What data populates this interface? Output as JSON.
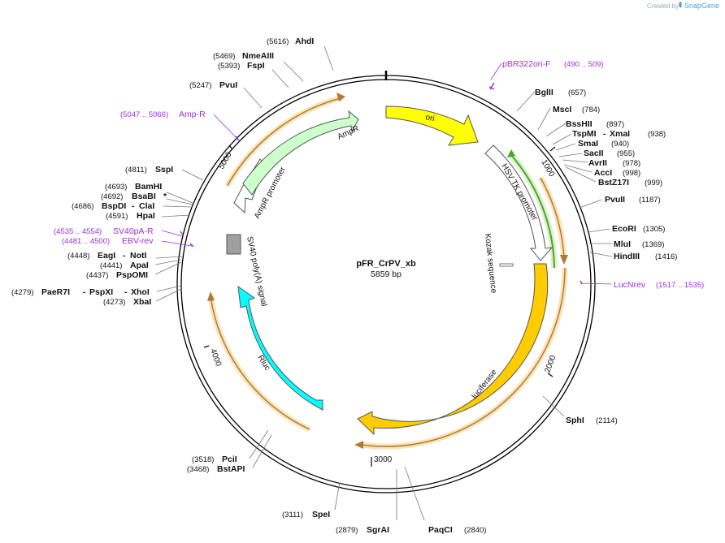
{
  "credit": {
    "prefix": "Created by",
    "brand": "SnapGene"
  },
  "plasmid": {
    "name": "pFR_CrPV_xb",
    "length_label": "5859 bp",
    "length": 5859
  },
  "ticks": [
    {
      "pos": 1000,
      "label": "1000"
    },
    {
      "pos": 2000,
      "label": "2000"
    },
    {
      "pos": 3000,
      "label": "3000"
    },
    {
      "pos": 4000,
      "label": "4000"
    },
    {
      "pos": 5000,
      "label": "5000"
    }
  ],
  "features": [
    {
      "name": "ori",
      "label": "ori",
      "color": "#ffff00"
    },
    {
      "name": "hsv-tk-promoter",
      "label": "HSV TK promoter",
      "color": "#ffffff"
    },
    {
      "name": "kozak-sequence",
      "label": "Kozak sequence",
      "color": "#ffffff"
    },
    {
      "name": "luciferase",
      "label": "luciferase",
      "color": "#ffcc00"
    },
    {
      "name": "rluc",
      "label": "Rluc",
      "color": "#00ffff"
    },
    {
      "name": "sv40-polya",
      "label": "SV40 poly(A) signal",
      "color": "#a0a0a0"
    },
    {
      "name": "ampr-promoter",
      "label": "AmpR promoter",
      "color": "#ffffff"
    },
    {
      "name": "ampr",
      "label": "AmpR",
      "color": "#ccffcc"
    }
  ],
  "enzymes": [
    {
      "key": "ahdi",
      "name": "AhdI",
      "pos": "(5616)"
    },
    {
      "key": "nmeaiii",
      "name": "NmeAIII",
      "pos": "(5469)"
    },
    {
      "key": "fspi",
      "name": "FspI",
      "pos": "(5393)"
    },
    {
      "key": "pvui",
      "name": "PvuI",
      "pos": "(5247)"
    },
    {
      "key": "sspi",
      "name": "SspI",
      "pos": "(4811)"
    },
    {
      "key": "bamhi",
      "name": "BamHI",
      "pos": "(4693)"
    },
    {
      "key": "bsabi",
      "name": "BsaBI",
      "extra": "*",
      "pos": "(4692)"
    },
    {
      "key": "bspdi",
      "name": "BspDI",
      "name2": "ClaI",
      "pos": "(4686)"
    },
    {
      "key": "hpai",
      "name": "HpaI",
      "pos": "(4591)"
    },
    {
      "key": "eagi",
      "name": "EagI",
      "name2": "NotI",
      "pos": "(4448)"
    },
    {
      "key": "apai",
      "name": "ApaI",
      "pos": "(4441)"
    },
    {
      "key": "pspomi",
      "name": "PspOMI",
      "pos": "(4437)"
    },
    {
      "key": "paer7i",
      "name": "PaeR7I",
      "name2": "PspXI",
      "name3": "XhoI",
      "pos": "(4279)"
    },
    {
      "key": "xbai",
      "name": "XbaI",
      "pos": "(4273)"
    },
    {
      "key": "pcii",
      "name": "PciI",
      "pos": "(3518)"
    },
    {
      "key": "bstapi",
      "name": "BstAPI",
      "pos": "(3468)"
    },
    {
      "key": "spei",
      "name": "SpeI",
      "pos": "(3111)"
    },
    {
      "key": "sgrai",
      "name": "SgrAI",
      "pos": "(2879)"
    },
    {
      "key": "paqci",
      "name": "PaqCI",
      "pos": "(2840)"
    },
    {
      "key": "sphi",
      "name": "SphI",
      "pos": "(2114)"
    },
    {
      "key": "bglii",
      "name": "BglII",
      "pos": "(657)"
    },
    {
      "key": "msci",
      "name": "MscI",
      "pos": "(784)"
    },
    {
      "key": "bsshii",
      "name": "BssHII",
      "pos": "(897)"
    },
    {
      "key": "tspmi",
      "name": "TspMI",
      "name2": "XmaI",
      "pos": "(938)"
    },
    {
      "key": "smai",
      "name": "SmaI",
      "pos": "(940)"
    },
    {
      "key": "sacii",
      "name": "SacII",
      "pos": "(955)"
    },
    {
      "key": "avrii",
      "name": "AvrII",
      "pos": "(978)"
    },
    {
      "key": "acci",
      "name": "AccI",
      "pos": "(998)"
    },
    {
      "key": "bstz17i",
      "name": "BstZ17I",
      "pos": "(999)"
    },
    {
      "key": "pvuii",
      "name": "PvuII",
      "pos": "(1187)"
    },
    {
      "key": "ecori",
      "name": "EcoRI",
      "pos": "(1305)"
    },
    {
      "key": "mlui",
      "name": "MluI",
      "pos": "(1369)"
    },
    {
      "key": "hindiii",
      "name": "HindIII",
      "pos": "(1416)"
    }
  ],
  "primers": [
    {
      "key": "pbr322ori-f",
      "name": "pBR322ori-F",
      "pos": "(490 .. 509)"
    },
    {
      "key": "amp-r",
      "name": "Amp-R",
      "pos": "(5047 .. 5066)"
    },
    {
      "key": "sv40pa-r",
      "name": "SV40pA-R",
      "pos": "(4535 .. 4554)"
    },
    {
      "key": "ebv-rev",
      "name": "EBV-rev",
      "pos": "(4481 .. 4500)"
    },
    {
      "key": "lucnrev",
      "name": "LucNrev",
      "pos": "(1517 .. 1535)"
    }
  ]
}
